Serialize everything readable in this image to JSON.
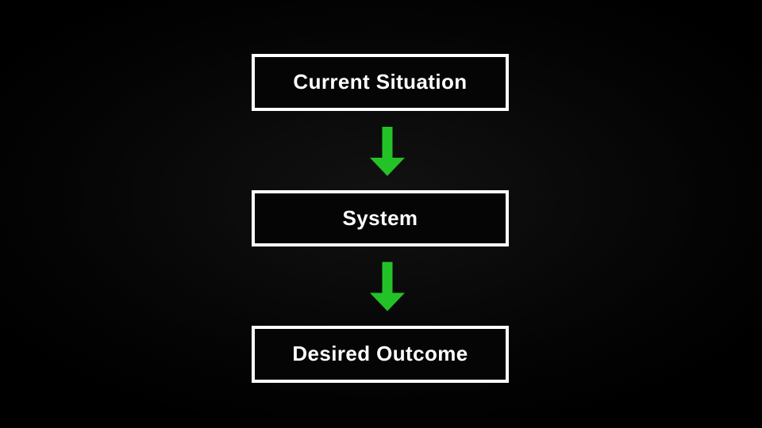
{
  "diagram": {
    "theme": {
      "background": "#000000",
      "box_background": "#050505",
      "box_border": "#ffffff",
      "text_color": "#ffffff",
      "arrow_color": "#23c327"
    },
    "nodes": [
      {
        "id": "current-situation",
        "label": "Current Situation"
      },
      {
        "id": "system",
        "label": "System"
      },
      {
        "id": "desired-outcome",
        "label": "Desired Outcome"
      }
    ],
    "connectors": [
      {
        "from": "current-situation",
        "to": "system",
        "direction": "down"
      },
      {
        "from": "system",
        "to": "desired-outcome",
        "direction": "down"
      }
    ]
  }
}
